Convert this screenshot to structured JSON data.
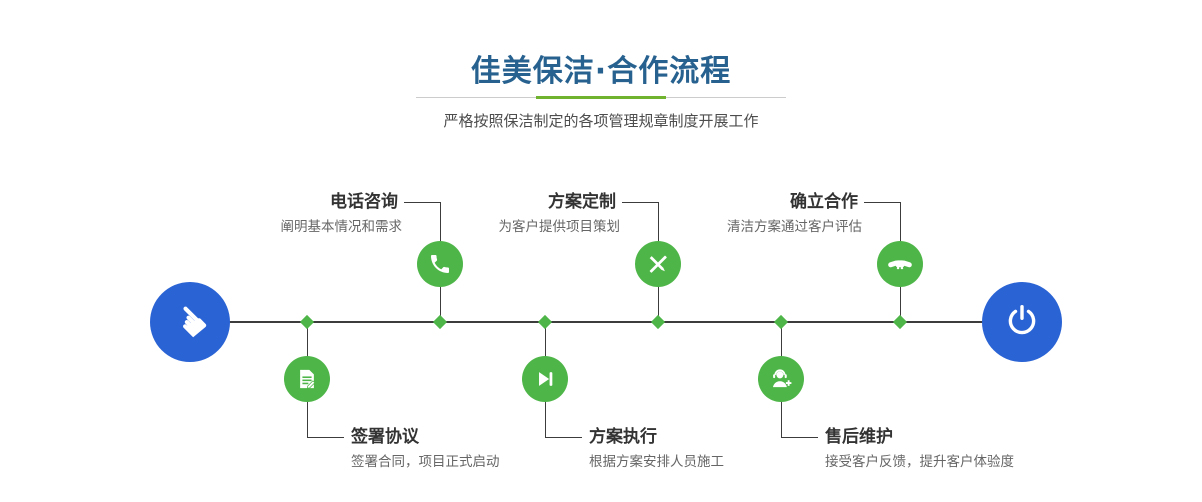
{
  "header": {
    "title": "佳美保洁·合作流程",
    "subtitle": "严格按照保洁制定的各项管理规章制度开展工作"
  },
  "colors": {
    "title_blue": "#27618f",
    "node_blue": "#2a63d4",
    "step_green": "#4eb648",
    "divider_green": "#6fb32e",
    "line_dark": "#3c3c3c"
  },
  "start_node": {
    "icon": "pointing-hand-icon",
    "glyph": "☚"
  },
  "end_node": {
    "icon": "power-icon"
  },
  "steps_top": [
    {
      "title": "电话咨询",
      "caption": "阐明基本情况和需求",
      "icon": "phone-icon"
    },
    {
      "title": "方案定制",
      "caption": "为客户提供项目策划",
      "icon": "pencil-ruler-icon"
    },
    {
      "title": "确立合作",
      "caption": "清洁方案通过客户评估",
      "icon": "handshake-icon"
    }
  ],
  "steps_bottom": [
    {
      "title": "签署协议",
      "caption": "签署合同，项目正式启动",
      "icon": "contract-icon"
    },
    {
      "title": "方案执行",
      "caption": "根据方案安排人员施工",
      "icon": "play-next-icon"
    },
    {
      "title": "售后维护",
      "caption": "接受客户反馈，提升客户体验度",
      "icon": "headset-icon"
    }
  ]
}
